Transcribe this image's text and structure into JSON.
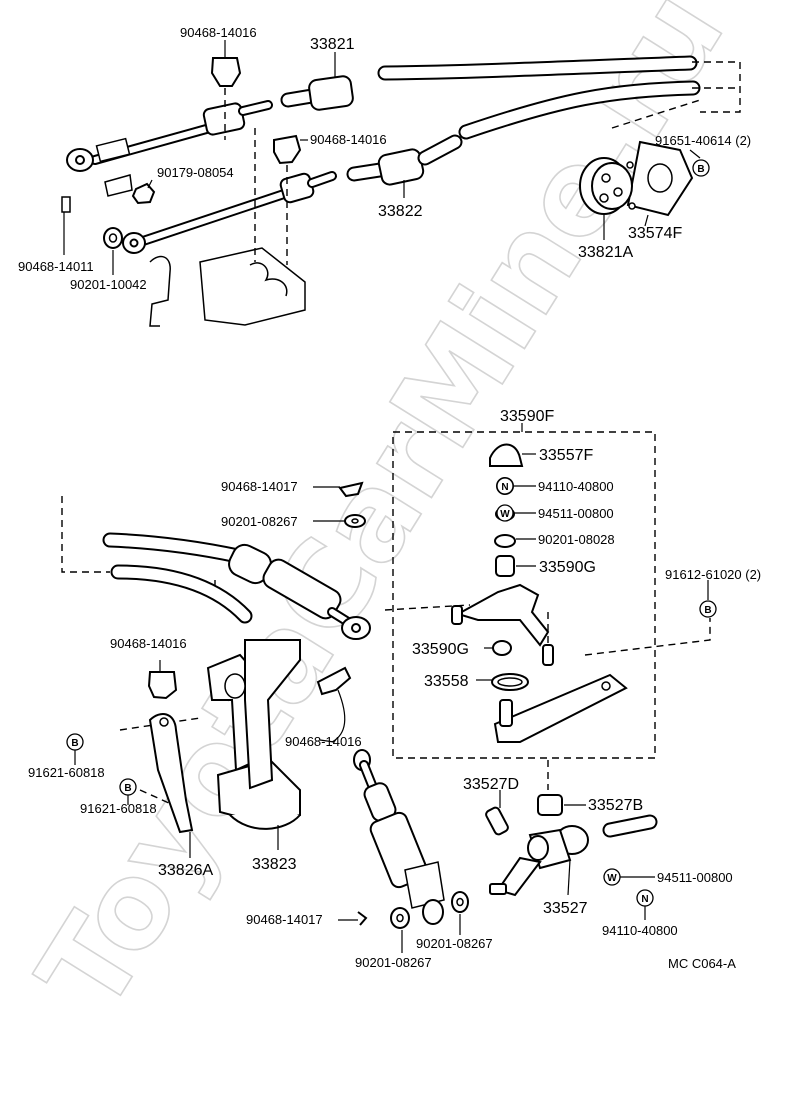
{
  "watermark": "ToyotaCarMine.ru",
  "figure_code": "MC C064-A",
  "markers": {
    "B": "B",
    "N": "N",
    "W": "W"
  },
  "labels": {
    "p90468_14016_a": "90468-14016",
    "p33821": "33821",
    "p90468_14016_b": "90468-14016",
    "p90179_08054": "90179-08054",
    "p33822": "33822",
    "p90468_14011": "90468-14011",
    "p90201_10042": "90201-10042",
    "p91651_40614": "91651-40614 (2)",
    "p33574F": "33574F",
    "p33821A": "33821A",
    "p33590F": "33590F",
    "p33557F": "33557F",
    "p94110_40800_a": "94110-40800",
    "p94511_00800_a": "94511-00800",
    "p90201_08028": "90201-08028",
    "p33590G_a": "33590G",
    "p90468_14017_a": "90468-14017",
    "p90201_08267_a": "90201-08267",
    "p91612_61020": "91612-61020 (2)",
    "p33590G_b": "33590G",
    "p33558": "33558",
    "p90468_14016_c": "90468-14016",
    "p90468_14016_d": "90468-14016",
    "p91621_60818_a": "91621-60818",
    "p91621_60818_b": "91621-60818",
    "p33826A": "33826A",
    "p33823": "33823",
    "p33527D": "33527D",
    "p33527B": "33527B",
    "p33527": "33527",
    "p94511_00800_b": "94511-00800",
    "p94110_40800_b": "94110-40800",
    "p90468_14017_b": "90468-14017",
    "p90201_08267_b": "90201-08267",
    "p90201_08267_c": "90201-08267"
  }
}
